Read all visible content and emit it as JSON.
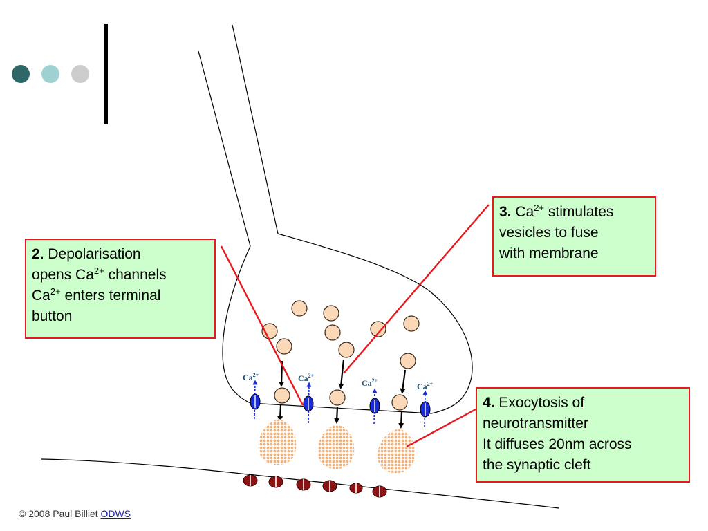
{
  "theme": {
    "dot_colors": [
      "#2f6668",
      "#9fd0d2",
      "#cccccc"
    ],
    "callout_fill": "#ccffcc",
    "callout_border": "#e8181e",
    "vesicle_fill": "#fbd9b8",
    "channel_blue": "#1a2bd8",
    "receptor_red": "#8b1313"
  },
  "callouts": {
    "c2": {
      "num": "2.",
      "l1": "Depolarisation",
      "l2a": "opens Ca",
      "l2sup": "2+",
      "l2b": " channels",
      "l3a": "Ca",
      "l3sup": "2+",
      "l3b": " enters terminal",
      "l4": "button"
    },
    "c3": {
      "num": "3.",
      "l1a": " Ca",
      "l1sup": "2+",
      "l1b": " stimulates",
      "l2": "vesicles to fuse",
      "l3": "with membrane"
    },
    "c4": {
      "num": "4.",
      "l1": " Exocytosis of",
      "l2": "neurotransmitter",
      "l3": "It diffuses 20nm across",
      "l4": "the synaptic cleft"
    }
  },
  "ion_labels": [
    {
      "base": "Ca",
      "sup": "2+"
    },
    {
      "base": "Ca",
      "sup": "2+"
    },
    {
      "base": "Ca",
      "sup": "2+"
    },
    {
      "base": "Ca",
      "sup": "2+"
    }
  ],
  "footer": {
    "text": "© 2008 Paul Billiet ",
    "link": "ODWS"
  }
}
